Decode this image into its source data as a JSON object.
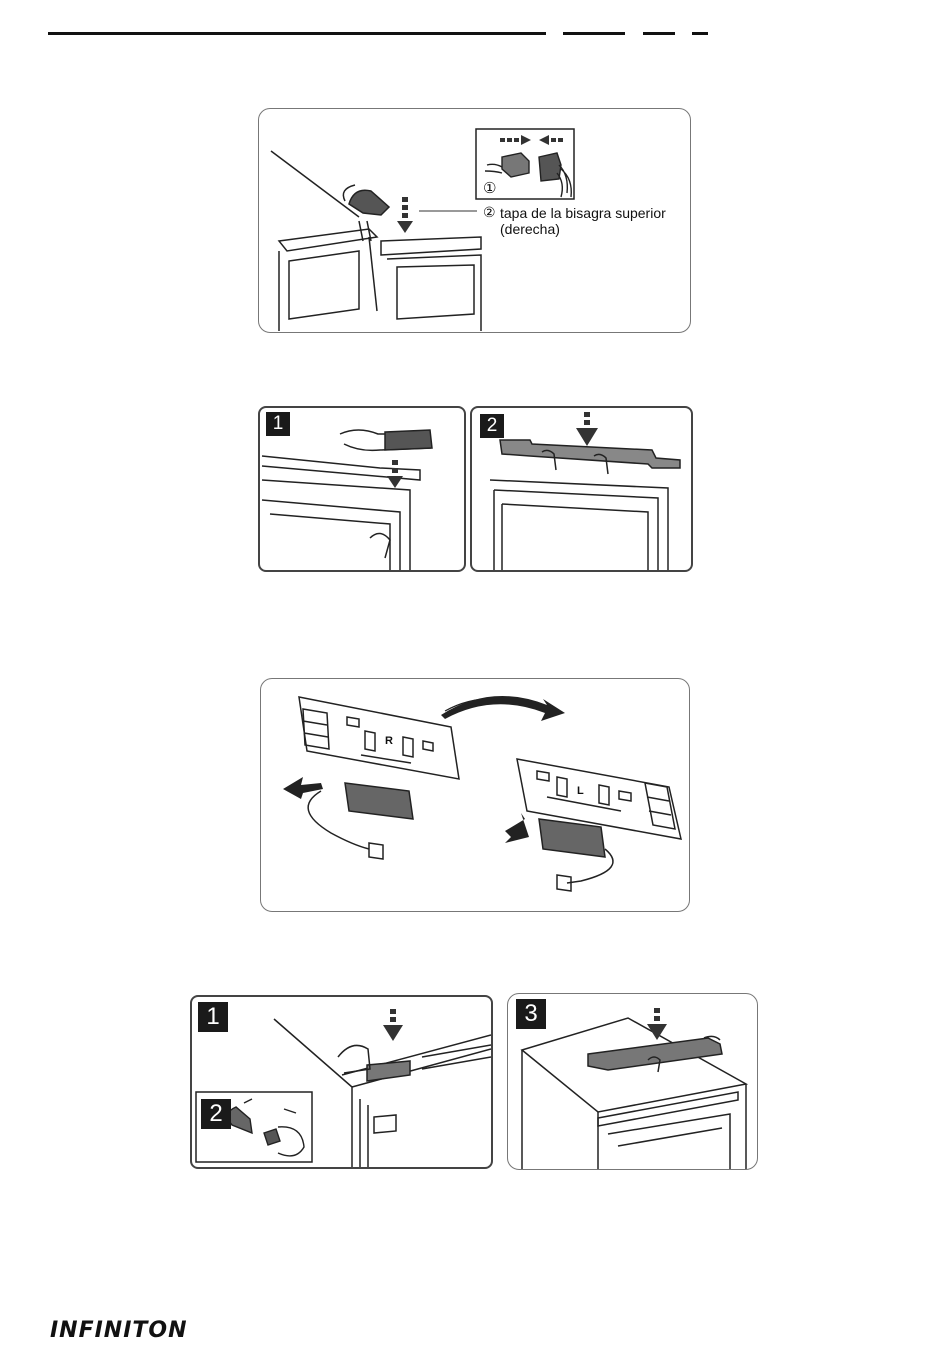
{
  "figure_1": {
    "inset_marker": "①",
    "callout_marker": "②",
    "callout_text_line1": "tapa de la bisagra superior",
    "callout_text_line2": "(derecha)"
  },
  "figure_2": {
    "step_1": "1",
    "step_2": "2"
  },
  "figure_3": {
    "left_letter": "R",
    "right_letter": "L"
  },
  "figure_4": {
    "step_1": "1",
    "step_2": "2",
    "step_3": "3"
  },
  "footer": {
    "brand": "INFINITON"
  },
  "colors": {
    "ink": "#111111",
    "badge": "#1a1a1a",
    "panel_border": "#777777"
  }
}
